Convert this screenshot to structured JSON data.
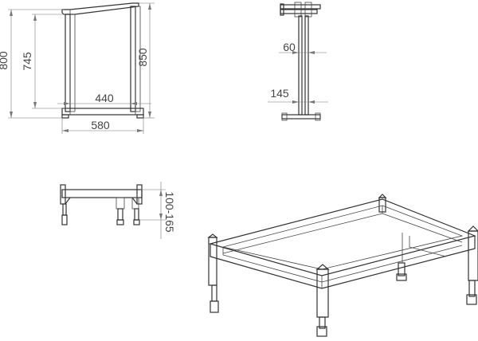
{
  "views": {
    "side": {
      "dim_overall_height": "800",
      "dim_inner_height": "745",
      "dim_back_height": "850",
      "dim_inner_width": "440",
      "dim_overall_width": "580"
    },
    "front": {
      "dim_member_width": "60",
      "dim_leg_offset": "145"
    },
    "low_side": {
      "dim_adjust_range": "100-165"
    }
  },
  "colors": {
    "line": "#333333",
    "dimension": "#777777",
    "text": "#444444"
  }
}
